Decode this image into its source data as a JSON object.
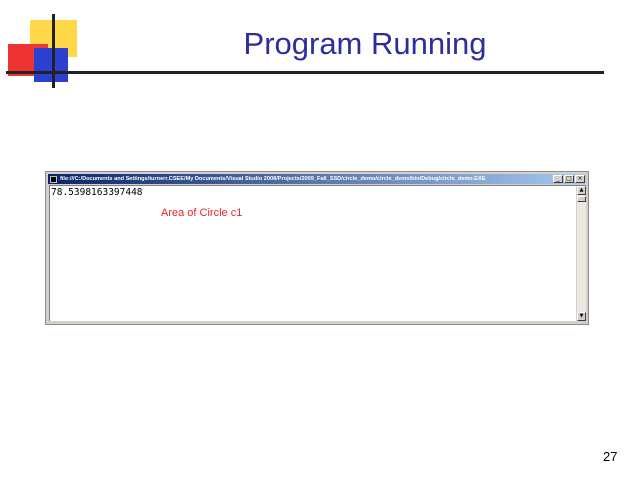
{
  "slide": {
    "title": "Program Running",
    "page_number": "27"
  },
  "console_window": {
    "title": "file:///C:/Documents and Settings/turnerr.CSEE/My Documents/Visual Studio 2008/Projects/2009_Fall_SSD/circle_demo/circle_demo/bin/Debug/circle_demo.EXE",
    "buttons": {
      "minimize": "_",
      "restore": "□",
      "close": "×"
    },
    "output": "78.5398163397448",
    "titlebar_color_start": "#0a246a",
    "titlebar_color_end": "#a6caf0"
  },
  "annotation": {
    "text": "Area of Circle c1",
    "color": "#e8262a"
  },
  "colors": {
    "title": "#2d2d9b",
    "decor_yellow": "#ffd84a",
    "decor_red": "#ee3333",
    "decor_blue": "#2b3fd1"
  },
  "icons": {
    "console_icon": "console-app-icon",
    "scroll_up": "up-arrow-icon",
    "scroll_down": "down-arrow-icon"
  }
}
